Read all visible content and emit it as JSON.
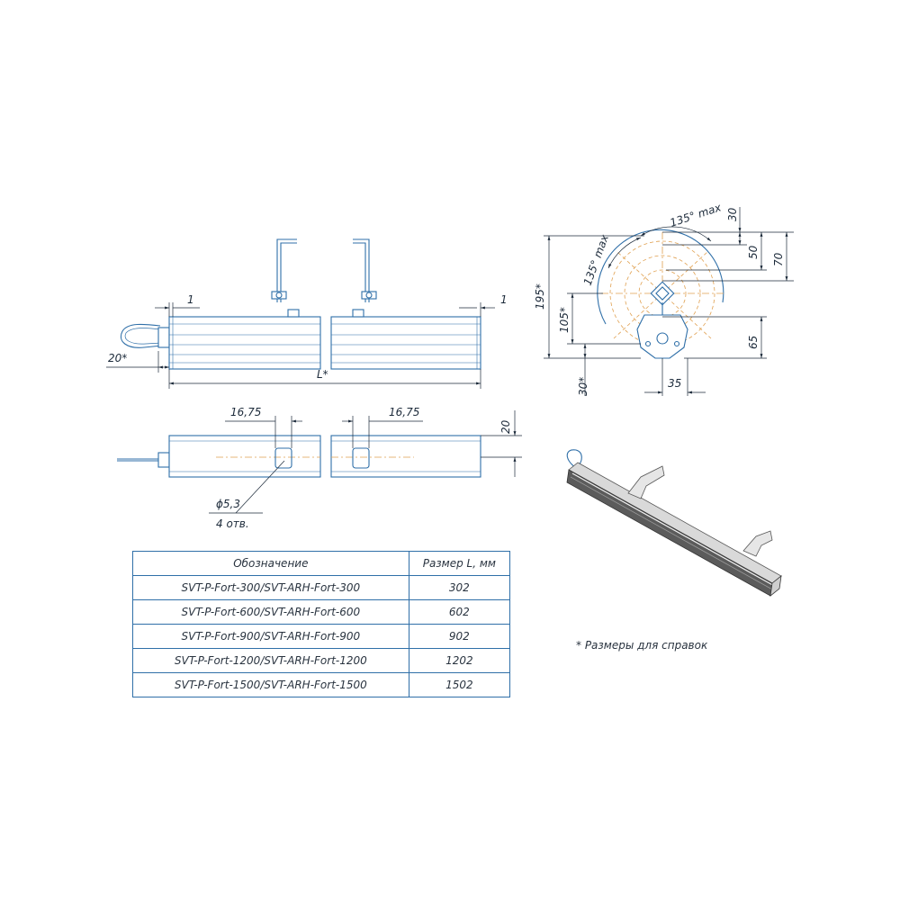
{
  "front_view": {
    "dim_left_gap": "1",
    "dim_right_gap": "1",
    "dim_cable": "20*",
    "dim_length": "L*"
  },
  "top_view": {
    "dim_left_offset": "16,75",
    "dim_right_offset": "16,75",
    "dim_height": "20",
    "hole_diameter": "ϕ5,3",
    "hole_count": "4 отв."
  },
  "side_view": {
    "angle_top": "135° max",
    "angle_left": "135° max",
    "dim_30_top": "30",
    "dim_50": "50",
    "dim_70": "70",
    "dim_195": "195*",
    "dim_105": "105*",
    "dim_65": "65",
    "dim_30_bottom": "30*",
    "dim_35": "35"
  },
  "table": {
    "headers": [
      "Обозначение",
      "Размер L, мм"
    ],
    "rows": [
      [
        "SVT-P-Fort-300/SVT-ARH-Fort-300",
        "302"
      ],
      [
        "SVT-P-Fort-600/SVT-ARH-Fort-600",
        "602"
      ],
      [
        "SVT-P-Fort-900/SVT-ARH-Fort-900",
        "902"
      ],
      [
        "SVT-P-Fort-1200/SVT-ARH-Fort-1200",
        "1202"
      ],
      [
        "SVT-P-Fort-1500/SVT-ARH-Fort-1500",
        "1502"
      ]
    ]
  },
  "note": "* Размеры для справок",
  "colors": {
    "line": "#2f6fa8",
    "center_line": "#e0a050",
    "dimension": "#1c2a3a"
  }
}
